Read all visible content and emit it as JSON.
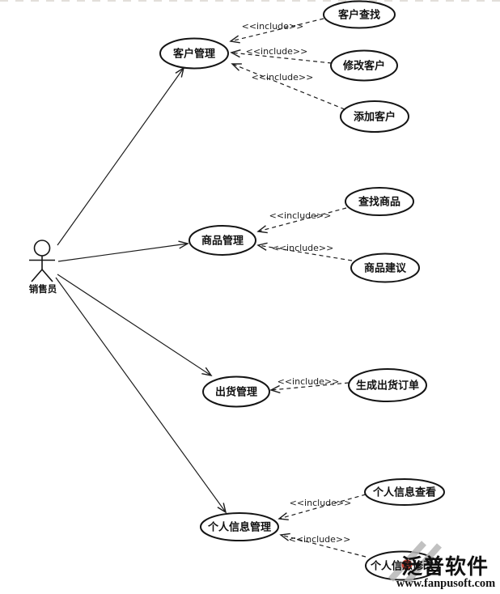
{
  "diagram": {
    "actor": {
      "label": "销售员"
    },
    "include_label": "<<include>>",
    "use_cases": {
      "customer_mgmt": "客户管理",
      "customer_search": "客户查找",
      "customer_modify": "修改客户",
      "customer_add": "添加客户",
      "product_mgmt": "商品管理",
      "product_search": "查找商品",
      "product_suggest": "商品建议",
      "ship_mgmt": "出货管理",
      "ship_order": "生成出货订单",
      "personal_mgmt": "个人信息管理",
      "personal_view": "个人信息查看",
      "personal_modify": "个人信息修改"
    },
    "relations": {
      "associations": [
        {
          "from": "销售员",
          "to": "客户管理"
        },
        {
          "from": "销售员",
          "to": "商品管理"
        },
        {
          "from": "销售员",
          "to": "出货管理"
        },
        {
          "from": "销售员",
          "to": "个人信息管理"
        }
      ],
      "includes": [
        {
          "base": "客户管理",
          "included": "客户查找"
        },
        {
          "base": "客户管理",
          "included": "修改客户"
        },
        {
          "base": "客户管理",
          "included": "添加客户"
        },
        {
          "base": "商品管理",
          "included": "查找商品"
        },
        {
          "base": "商品管理",
          "included": "商品建议"
        },
        {
          "base": "出货管理",
          "included": "生成出货订单"
        },
        {
          "base": "个人信息管理",
          "included": "个人信息查看"
        },
        {
          "base": "个人信息管理",
          "included": "个人信息修改"
        }
      ]
    },
    "line_color": "#1c1c1c"
  },
  "watermark": {
    "brand": "泛普软件",
    "url": "www.fanpusoft.com",
    "brand_color": "#9f9f9f",
    "url_color": "#c8655a",
    "logo_gray": "#b6b6b6",
    "logo_red": "#cc3626"
  }
}
